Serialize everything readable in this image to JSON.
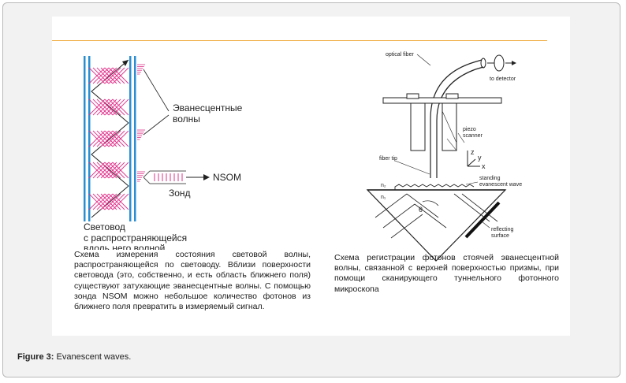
{
  "figure": {
    "label": "Figure 3:",
    "caption": " Evanescent waves."
  },
  "left_diagram": {
    "label_evanescent_line1": "Эванесцентные",
    "label_evanescent_line2": "волны",
    "label_nsom": "NSOM",
    "label_probe": "Зонд",
    "label_waveguide_line1": "Световод",
    "label_waveguide_line2": "с распространяющейся",
    "label_waveguide_line3": "вдоль него волной",
    "colors": {
      "waveguide": "#2a8fd0",
      "evanescent": "#e0308a",
      "ray": "#222222"
    }
  },
  "right_diagram": {
    "label_optical_fiber": "optical fiber",
    "label_to_detector": "to detector",
    "label_piezo": "piezo",
    "label_scanner": "scanner",
    "label_fiber_tip": "fiber tip",
    "label_standing": "standing",
    "label_evanescent_wave": "evanescent wave",
    "label_n2": "n₂",
    "label_n1": "n₁",
    "label_theta": "θ",
    "label_reflecting": "reflecting",
    "label_surface": "surface",
    "axis_z": "z",
    "axis_y": "y",
    "axis_x": "x"
  },
  "left_caption": "Схема измерения состояния световой волны, распространяющейся по световоду. Вблизи поверхности световода (это, собственно, и есть область ближнего поля) существуют затухающие эванесцентные волны. С помощью зонда NSOM можно небольшое количество фотонов из ближнего поля превратить в измеряемый сигнал.",
  "right_caption": "Схема регистрации фотонов стоячей эванесцентной волны, связанной с верхней поверхностью призмы, при помощи сканирующего туннельного фотонного микроскопа"
}
